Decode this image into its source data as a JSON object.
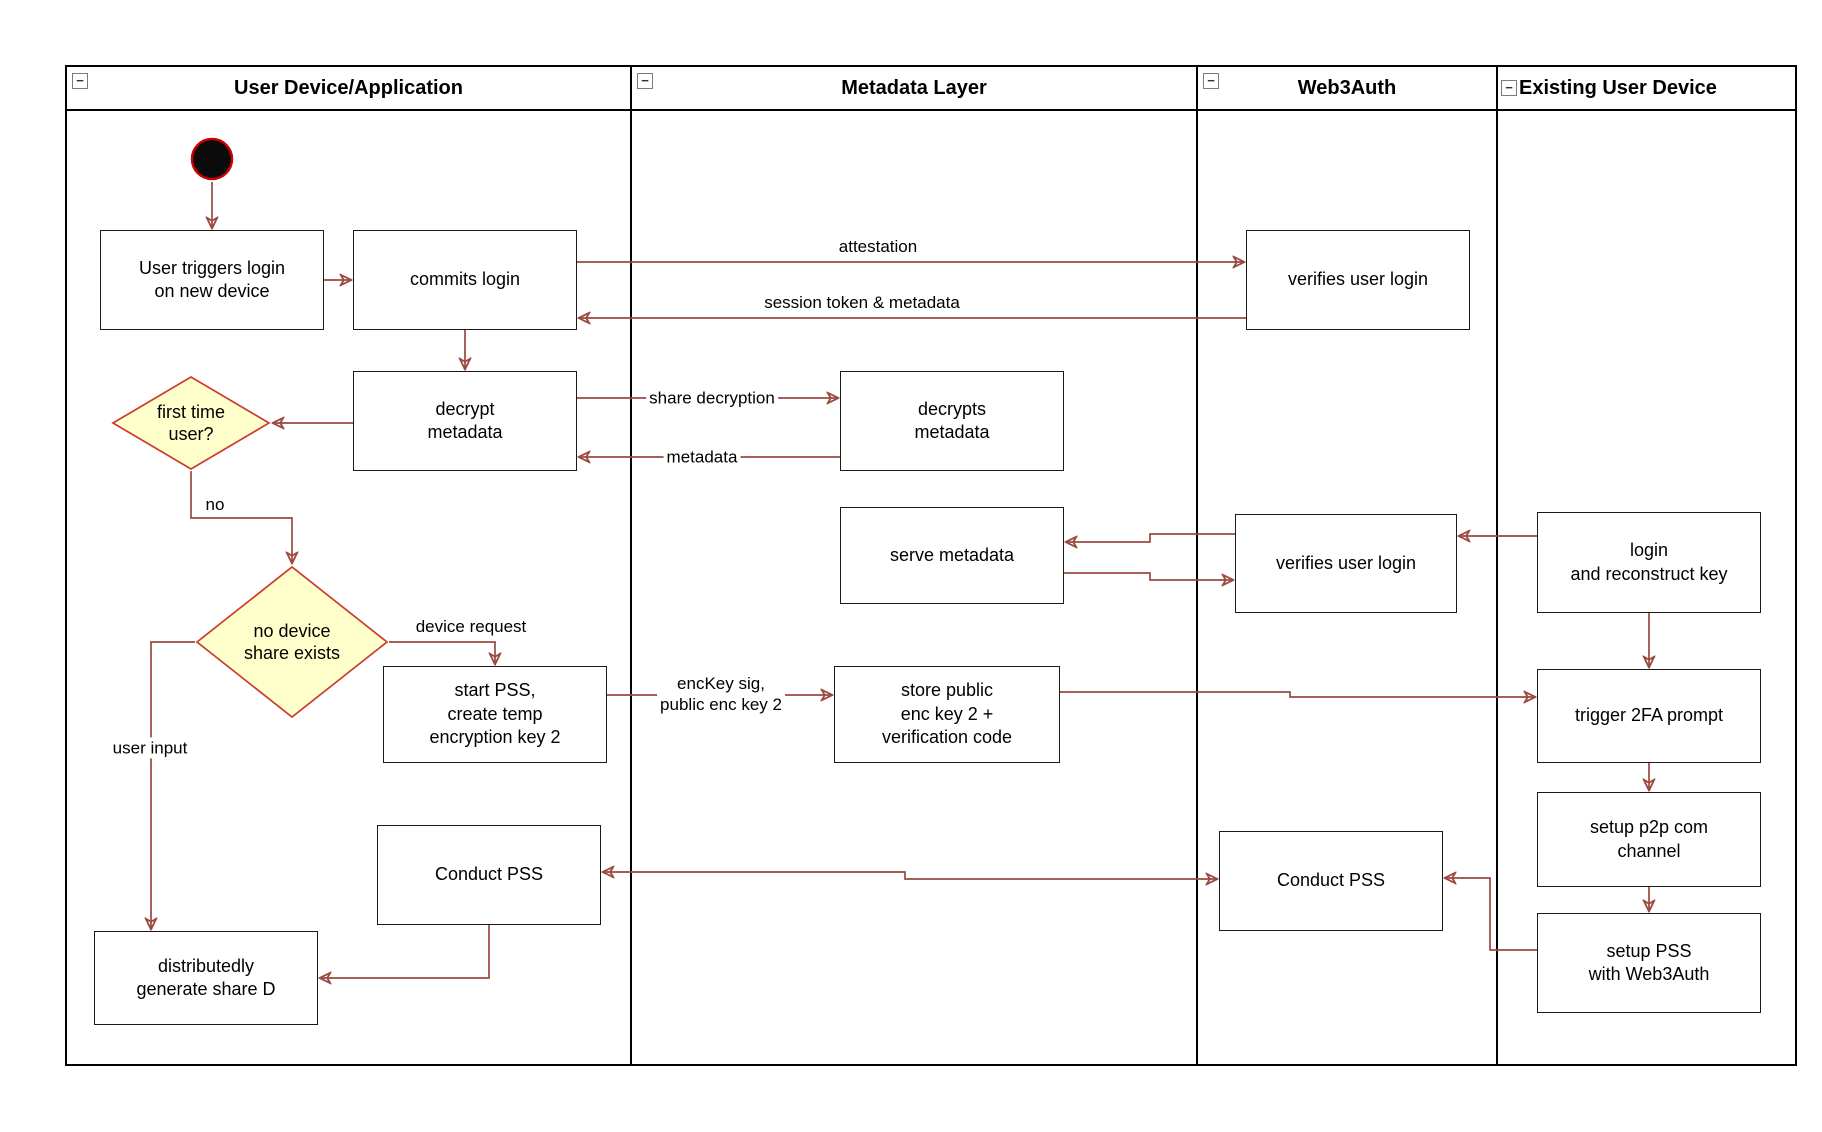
{
  "lanes": [
    {
      "title": "User Device/Application"
    },
    {
      "title": "Metadata Layer"
    },
    {
      "title": "Web3Auth"
    },
    {
      "title": "Existing User Device"
    }
  ],
  "icons": {
    "collapse": "−"
  },
  "nodes": {
    "user_triggers_login": "User triggers login\non new device",
    "commits_login": "commits login",
    "decrypt_metadata": "decrypt\nmetadata",
    "first_time_user": "first time\nuser?",
    "no_device_share": "no device\nshare exists",
    "start_pss": "start PSS,\ncreate temp\nencryption key 2",
    "conduct_pss_left": "Conduct PSS",
    "distributedly_generate": "distributedly\ngenerate share D",
    "decrypts_metadata": "decrypts\nmetadata",
    "serve_metadata": "serve metadata",
    "store_public_enc": "store public\nenc key 2 +\nverification code",
    "verifies_user_login_top": "verifies user login",
    "verifies_user_login_mid": "verifies user login",
    "conduct_pss_right": "Conduct PSS",
    "login_reconstruct": "login\nand reconstruct key",
    "trigger_2fa": "trigger 2FA prompt",
    "setup_p2p": "setup p2p com\nchannel",
    "setup_pss_web3auth": "setup PSS\nwith Web3Auth"
  },
  "edge_labels": {
    "attestation": "attestation",
    "session_token": "session token & metadata",
    "share_decryption": "share decryption",
    "metadata": "metadata",
    "no": "no",
    "device_request": "device request",
    "user_input": "user input",
    "enckey_sig": "encKey sig,\npublic enc key 2"
  },
  "colors": {
    "arrow": "#9a4a3f",
    "shape_border": "#1a1a1a",
    "decision_fill": "#ffffcc",
    "decision_border": "#cc3b2f",
    "start_fill": "#0b0b0b",
    "start_ring": "#cc0000",
    "lane_border": "#000000",
    "background": "#ffffff"
  }
}
